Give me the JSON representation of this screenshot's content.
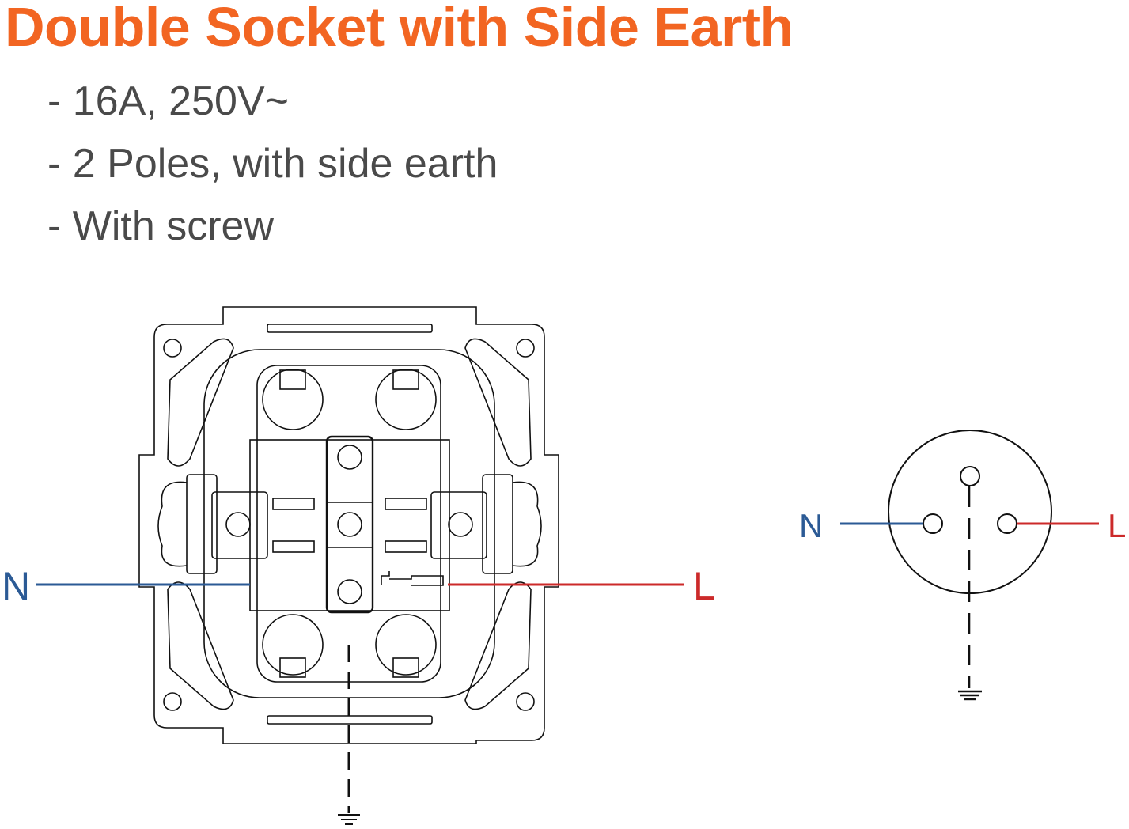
{
  "title": "Double Socket with Side Earth",
  "specs": [
    "- 16A, 250V~",
    "- 2 Poles, with side earth",
    "- With screw"
  ],
  "labels": {
    "neutral": "N",
    "live": "L"
  },
  "colors": {
    "title": "#f26522",
    "neutral": "#2b5a95",
    "live": "#cc2a2a",
    "text": "#4a4a4a",
    "line": "#111111"
  }
}
